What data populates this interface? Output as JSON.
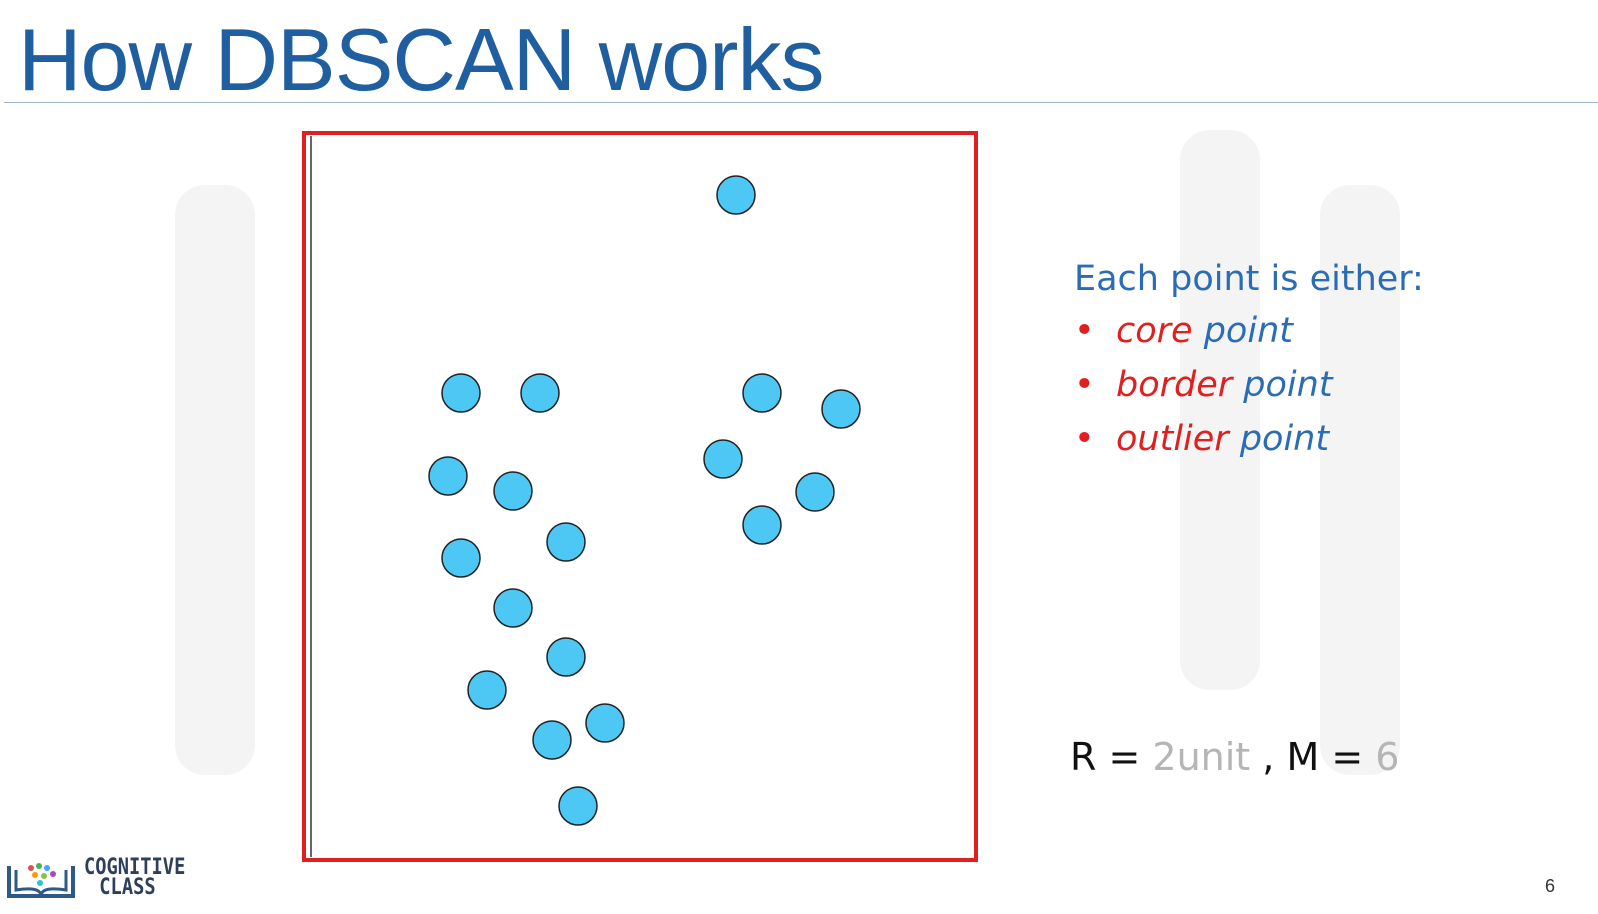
{
  "title": "How DBSCAN works",
  "sidebar": {
    "heading": "Each point is either:",
    "items": [
      {
        "keyword": "core",
        "suffix": " point"
      },
      {
        "keyword": "border",
        "suffix": " point"
      },
      {
        "keyword": "outlier",
        "suffix": " point"
      }
    ]
  },
  "params": {
    "r_label": "R = ",
    "r_value": "2unit",
    "sep": " , ",
    "m_label": "M = ",
    "m_value": "6"
  },
  "logo": {
    "line1": "COGNITIVE",
    "line2": "CLASS"
  },
  "page_number": "6",
  "colors": {
    "title": "#1f5fa0",
    "frame": "#e02020",
    "point": "#4dc8f5",
    "accent": "#e02020"
  }
}
